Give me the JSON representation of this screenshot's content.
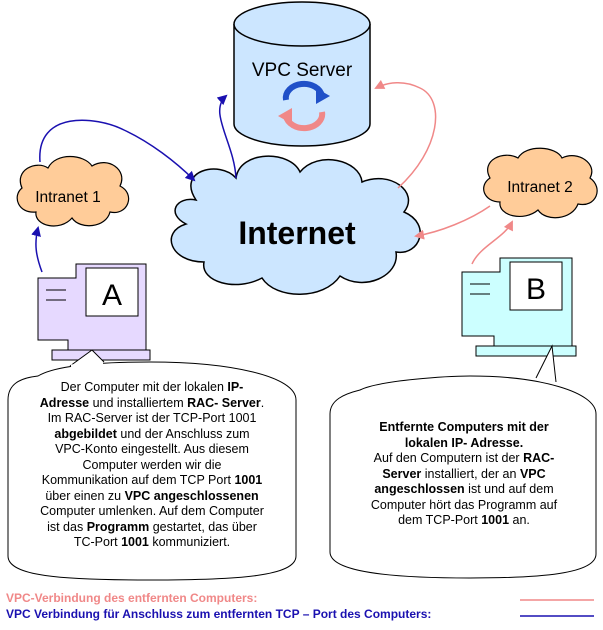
{
  "server": {
    "label": "VPC Server"
  },
  "internet": {
    "label": "Internet"
  },
  "intranet1": {
    "label": "Intranet 1"
  },
  "intranet2": {
    "label": "Intranet 2"
  },
  "computer_a": {
    "label": "A"
  },
  "computer_b": {
    "label": "B"
  },
  "callout_a": {
    "segments": [
      [
        "Der Computer mit der lokalen ",
        false
      ],
      [
        "IP-",
        true
      ],
      [
        "\n",
        false
      ],
      [
        "Adresse",
        true
      ],
      [
        " und installiertem ",
        false
      ],
      [
        "RAC- Server",
        true
      ],
      [
        ".",
        false
      ],
      [
        "\n",
        false
      ],
      [
        "Im RAC-Server ist der TCP-Port 1001",
        false
      ],
      [
        "\n",
        false
      ],
      [
        "abgebildet",
        true
      ],
      [
        " und der Anschluss zum",
        false
      ],
      [
        "\n",
        false
      ],
      [
        "VPC-Konto eingestellt. Aus diesem",
        false
      ],
      [
        "\n",
        false
      ],
      [
        "Computer werden wir die",
        false
      ],
      [
        "\n",
        false
      ],
      [
        "Kommunikation auf dem TCP Port ",
        false
      ],
      [
        "1001",
        true
      ],
      [
        "\n",
        false
      ],
      [
        "über einen zu ",
        false
      ],
      [
        "VPC angeschlossenen",
        true
      ],
      [
        "\n",
        false
      ],
      [
        "Computer umlenken. Auf dem Computer",
        false
      ],
      [
        "\n",
        false
      ],
      [
        "ist das ",
        false
      ],
      [
        "Programm",
        true
      ],
      [
        " gestartet, das über",
        false
      ],
      [
        "\n",
        false
      ],
      [
        "TC-Port ",
        false
      ],
      [
        "1001",
        true
      ],
      [
        " kommuniziert.",
        false
      ]
    ]
  },
  "callout_b": {
    "segments": [
      [
        "Entfernte Computers mit der",
        true
      ],
      [
        "\n",
        false
      ],
      [
        "lokalen IP- Adresse.",
        true
      ],
      [
        "\n",
        false
      ],
      [
        "Auf den Computern ist der ",
        false
      ],
      [
        "RAC-",
        true
      ],
      [
        "\n",
        false
      ],
      [
        "Server",
        true
      ],
      [
        " installiert, der an ",
        false
      ],
      [
        "VPC",
        true
      ],
      [
        "\n",
        false
      ],
      [
        "angeschlossen",
        true
      ],
      [
        " ist und auf dem",
        false
      ],
      [
        "\n",
        false
      ],
      [
        "Computer hört das Programm auf",
        false
      ],
      [
        "\n",
        false
      ],
      [
        "dem TCP-Port ",
        false
      ],
      [
        "1001",
        true
      ],
      [
        " an.",
        false
      ]
    ]
  },
  "legend": {
    "items": [
      {
        "text": "VPC-Verbindung des entfernten Computers:",
        "color": "#f08888"
      },
      {
        "text": "VPC Verbindung für Anschluss zum entfernten TCP – Port des Computers:",
        "color": "#1a10b0"
      }
    ]
  },
  "colors": {
    "cloud_orange": "#ffcc99",
    "cloud_blue": "#cce6ff",
    "server_blue": "#cce6ff",
    "computer_a": "#e6d9ff",
    "computer_b": "#ccffff",
    "arrow_red": "#f08888",
    "arrow_blue": "#1a10b0"
  }
}
